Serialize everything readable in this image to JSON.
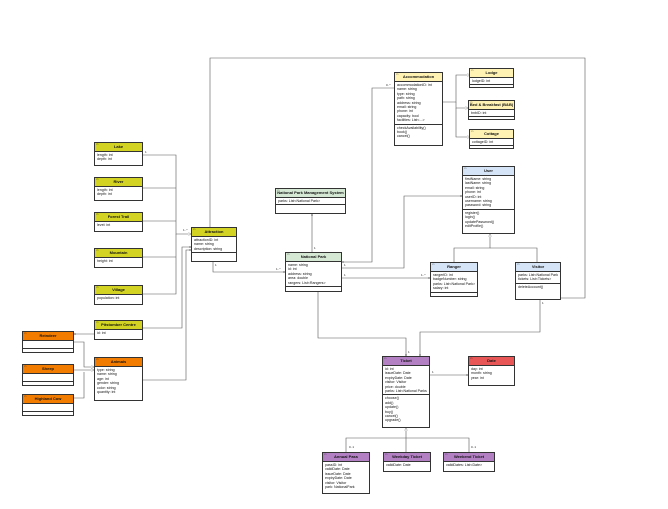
{
  "colors": {
    "yellow": "#d3d323",
    "pale_yellow": "#fff2b3",
    "green": "#d5e8d4",
    "blue": "#d6e4f7",
    "purple": "#b380c4",
    "orange": "#f27c00",
    "red": "#e85656"
  },
  "classes": {
    "accommodation": {
      "title": "Accommodation",
      "attrs": [
        "accommodationID: int",
        "name: string",
        "type: string",
        "path: string",
        "address: string",
        "email: string",
        "phone: int",
        "capacity: bool",
        "facilities: List<...>"
      ],
      "methods": [
        "checkAvailability()",
        "book()",
        "cancel()"
      ]
    },
    "lodge": {
      "title": "Lodge",
      "attrs": [
        "lodgeID: int"
      ],
      "methods": []
    },
    "bnb": {
      "title": "Bed & Breakfast (B&B)",
      "attrs": [
        "bnbID: int"
      ],
      "methods": []
    },
    "cottage": {
      "title": "Cottage",
      "attrs": [
        "cottageID: int"
      ],
      "methods": []
    },
    "user": {
      "title": "User",
      "attrs": [
        "firstName: string",
        "lastName: string",
        "email: string",
        "phone: int",
        "userID: int",
        "username: string",
        "password: string"
      ],
      "methods": [
        "register()",
        "login()",
        "updatePassword()",
        "editProfile()"
      ]
    },
    "npms": {
      "title": "National Park Management System",
      "attrs": [
        "parks: List<National Park>"
      ],
      "methods": []
    },
    "lake": {
      "title": "Lake",
      "attrs": [
        "length: int",
        "depth: int"
      ],
      "methods": []
    },
    "river": {
      "title": "River",
      "attrs": [
        "length: int",
        "depth: int"
      ],
      "methods": []
    },
    "forest": {
      "title": "Forest Trail",
      "attrs": [
        "level: int"
      ],
      "methods": []
    },
    "mountain": {
      "title": "Mountain",
      "attrs": [
        "height: int"
      ],
      "methods": []
    },
    "village": {
      "title": "Village",
      "attrs": [
        "population: int"
      ],
      "methods": []
    },
    "centre": {
      "title": "Pitstomber Centre",
      "attrs": [
        "id: int"
      ],
      "methods": []
    },
    "attraction": {
      "title": "Attraction",
      "attrs": [
        "attractionID: int",
        "name: string",
        "description: string"
      ],
      "methods": []
    },
    "park": {
      "title": "National Park",
      "attrs": [
        "name: string",
        "id: int",
        "address: string",
        "area: double",
        "rangers: List<Rangers>"
      ],
      "methods": []
    },
    "ranger": {
      "title": "Ranger",
      "attrs": [
        "rangerID: int",
        "badgeNumber: string",
        "parks: List<National Park>",
        "salary: int"
      ],
      "methods": []
    },
    "visitor": {
      "title": "Visitor",
      "attrs": [
        "parks: List<National Parks>",
        "tickets: List<Tickets>"
      ],
      "methods": [
        "deleteAccount()"
      ]
    },
    "reindeer": {
      "title": "Reindeer",
      "attrs": [],
      "methods": []
    },
    "sheep": {
      "title": "Sheep",
      "attrs": [],
      "methods": []
    },
    "cow": {
      "title": "Highland Cow",
      "attrs": [],
      "methods": []
    },
    "animals": {
      "title": "Animals",
      "attrs": [
        "type: string",
        "name: string",
        "age: int",
        "gender: string",
        "color: string",
        "quantity: int"
      ],
      "methods": []
    },
    "ticket": {
      "title": "Ticket",
      "attrs": [
        "id: int",
        "issueDate: Date",
        "expiryDate: Date",
        "visitor: Visitor",
        "price: double",
        "parks: List<National Parks>"
      ],
      "methods": [
        "choose()",
        "add()",
        "update()",
        "buy()",
        "cancel()",
        "upgrade()"
      ]
    },
    "date": {
      "title": "Date",
      "attrs": [
        "day: int",
        "month: string",
        "year: int"
      ],
      "methods": []
    },
    "annual": {
      "title": "Annual Pass",
      "attrs": [
        "passID: int",
        "validDate: Date",
        "issueDate: Date",
        "expiryDate: Date",
        "visitor: Visitor",
        "park: NationalPark"
      ],
      "methods": []
    },
    "weekday": {
      "title": "Weekday Ticket",
      "attrs": [
        "validDate: Date"
      ],
      "methods": []
    },
    "weekend": {
      "title": "Weekend Ticket",
      "attrs": [
        "validDates: List<Date>"
      ],
      "methods": []
    }
  },
  "multiplicities": {
    "m1": "1",
    "m2": "1..*",
    "m3": "1",
    "m4": "1..*",
    "m5": "1",
    "m6": "1",
    "m7": "1",
    "m8": "1..*",
    "m9": "0..*",
    "m10": "1",
    "m11": "1",
    "m12": "1",
    "m13": "0..1",
    "m14": "0..1"
  }
}
